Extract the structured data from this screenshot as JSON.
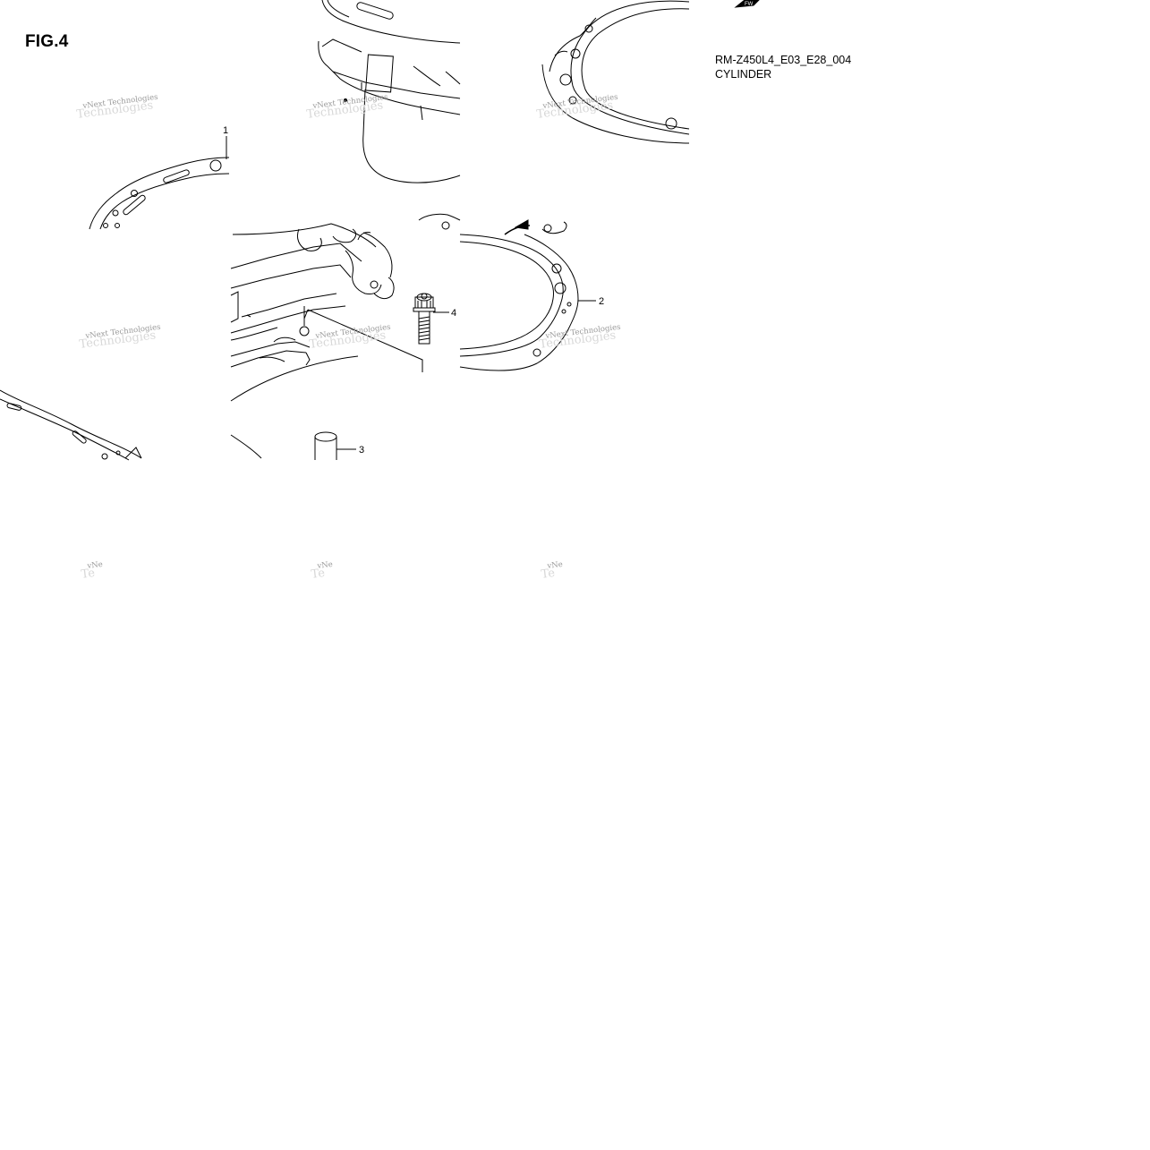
{
  "figure": {
    "label": "FIG.4",
    "code": "RM-Z450L4_E03_E28_004",
    "title": "CYLINDER"
  },
  "callouts": [
    {
      "number": "1"
    },
    {
      "number": "2"
    },
    {
      "number": "3"
    },
    {
      "number": "4"
    }
  ],
  "watermark": {
    "line1": "vNext Technologies",
    "line2": "Technologies",
    "cut_line1": "vNe",
    "cut_line2": "Te"
  },
  "colors": {
    "ink": "#000000",
    "background": "#ffffff",
    "watermark": "#9a9a9a"
  }
}
